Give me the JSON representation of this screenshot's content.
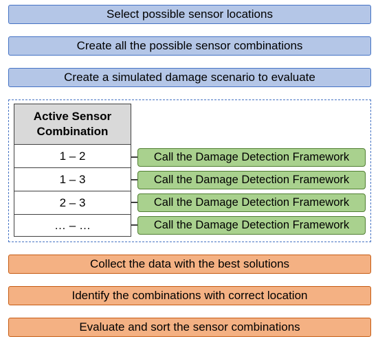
{
  "steps_top": [
    "Select possible sensor locations",
    "Create all the possible sensor combinations",
    "Create a simulated damage scenario to evaluate"
  ],
  "table": {
    "header_line1": "Active Sensor",
    "header_line2": "Combination",
    "rows": [
      "1 – 2",
      "1 – 3",
      "2 – 3",
      "… – …"
    ]
  },
  "framework_label": "Call the Damage Detection Framework",
  "steps_bottom": [
    "Collect the data with the best solutions",
    "Identify the combinations with correct location",
    "Evaluate and sort the sensor combinations"
  ],
  "colors": {
    "blue_fill": "#b4c6e7",
    "orange_fill": "#f4b183",
    "green_fill": "#a9d18e",
    "header_fill": "#d9d9d9"
  }
}
